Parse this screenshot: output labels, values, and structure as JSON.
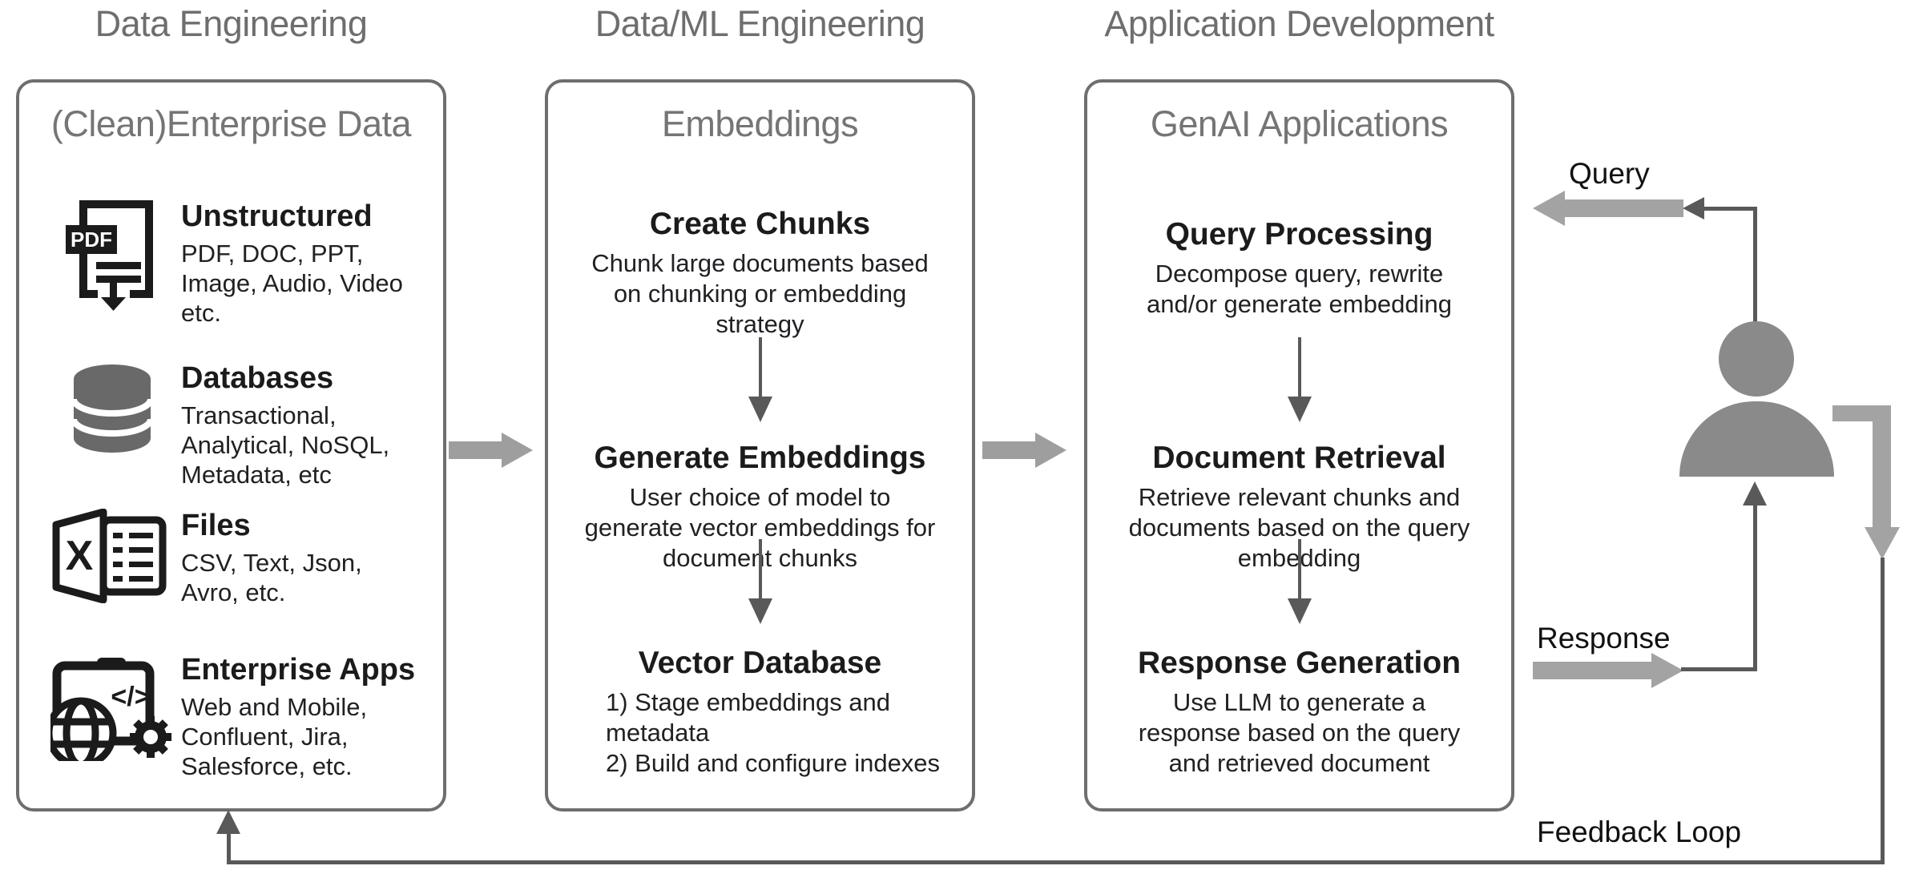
{
  "headers": {
    "data_engineering": "Data Engineering",
    "ml_engineering": "Data/ML Engineering",
    "app_development": "Application Development"
  },
  "enterprise_box": {
    "title": "(Clean)Enterprise Data",
    "rows": [
      {
        "icon": "pdf-document-icon",
        "title": "Unstructured",
        "lines": [
          "PDF, DOC, PPT,",
          "Image, Audio, Video",
          "etc."
        ]
      },
      {
        "icon": "database-icon",
        "title": "Databases",
        "lines": [
          "Transactional,",
          "Analytical, NoSQL,",
          "Metadata, etc"
        ]
      },
      {
        "icon": "excel-file-icon",
        "title": "Files",
        "lines": [
          "CSV, Text, Json,",
          "Avro, etc."
        ]
      },
      {
        "icon": "enterprise-apps-icon",
        "title": "Enterprise Apps",
        "lines": [
          "Web and Mobile,",
          "Confluent, Jira,",
          "Salesforce, etc."
        ]
      }
    ]
  },
  "embeddings_box": {
    "title": "Embeddings",
    "steps": [
      {
        "title": "Create Chunks",
        "lines": [
          "Chunk large documents based",
          "on chunking or embedding",
          "strategy"
        ]
      },
      {
        "title": "Generate Embeddings",
        "lines": [
          "User choice of model to",
          "generate vector embeddings for",
          "document chunks"
        ]
      },
      {
        "title": "Vector Database",
        "lines": [
          "1) Stage embeddings and",
          "metadata",
          "2) Build and configure indexes"
        ]
      }
    ]
  },
  "genai_box": {
    "title": "GenAI Applications",
    "steps": [
      {
        "title": "Query Processing",
        "lines": [
          "Decompose query, rewrite",
          "and/or generate embedding"
        ]
      },
      {
        "title": "Document Retrieval",
        "lines": [
          "Retrieve relevant chunks and",
          "documents based on the query",
          "embedding"
        ]
      },
      {
        "title": "Response Generation",
        "lines": [
          "Use LLM to generate a",
          "response based on the query",
          "and retrieved document"
        ]
      }
    ]
  },
  "labels": {
    "query": "Query",
    "response": "Response",
    "feedback": "Feedback Loop"
  },
  "icons": {
    "pdf_badge": "PDF",
    "files_letter": "X",
    "code_glyph": "</>"
  },
  "colors": {
    "panel_border": "#6e6e6e",
    "heading_gray": "#6e6e6e",
    "title_gray": "#757575",
    "body_text": "#202124",
    "black": "#1b1b1b",
    "thick_arrow": "#9e9e9e",
    "thin_line": "#595959",
    "database_icon": "#696969",
    "user_icon": "#8a8a8a",
    "background": "#ffffff"
  }
}
